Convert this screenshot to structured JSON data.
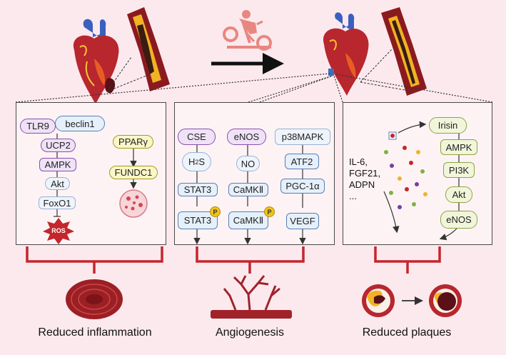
{
  "panel_inflammation": {
    "tlr9": "TLR9",
    "beclin1": "beclin1",
    "ucp2": "UCP2",
    "ampk": "AMPK",
    "akt": "Akt",
    "foxo1": "FoxO1",
    "ros": "ROS",
    "pparg": "PPARγ",
    "fundc1": "FUNDC1"
  },
  "panel_angiogenesis": {
    "cse": "CSE",
    "h2s_main": "H",
    "h2s_sub": "2",
    "h2s_end": "S",
    "stat3_a": "STAT3",
    "stat3_b": "STAT3",
    "enos": "eNOS",
    "no": "NO",
    "camkii_a": "CaMKⅡ",
    "camkii_b": "CaMKⅡ",
    "p38mapk": "p38MAPK",
    "atf2": "ATF2",
    "pgc1a": "PGC-1α",
    "vegf": "VEGF",
    "phospho": "P"
  },
  "panel_plaques": {
    "irisin": "Irisin",
    "ampk": "AMPK",
    "pi3k": "PI3K",
    "akt": "Akt",
    "enos": "eNOS",
    "cytokines": [
      "IL-6,",
      "FGF21,",
      "ADPN",
      "..."
    ]
  },
  "outcomes": {
    "inflammation": "Reduced inflammation",
    "angiogenesis": "Angiogenesis",
    "plaques": "Reduced plaques"
  },
  "colors": {
    "accent_red": "#c4262b",
    "node_border_blue": "#5a7fb2",
    "background": "#fbe9ee"
  },
  "icons": [
    "heart-icon",
    "artery-icon",
    "exercise-bike-icon",
    "receptor-icon",
    "mitochondria-icon",
    "vessel-icon",
    "plaque-icon"
  ]
}
